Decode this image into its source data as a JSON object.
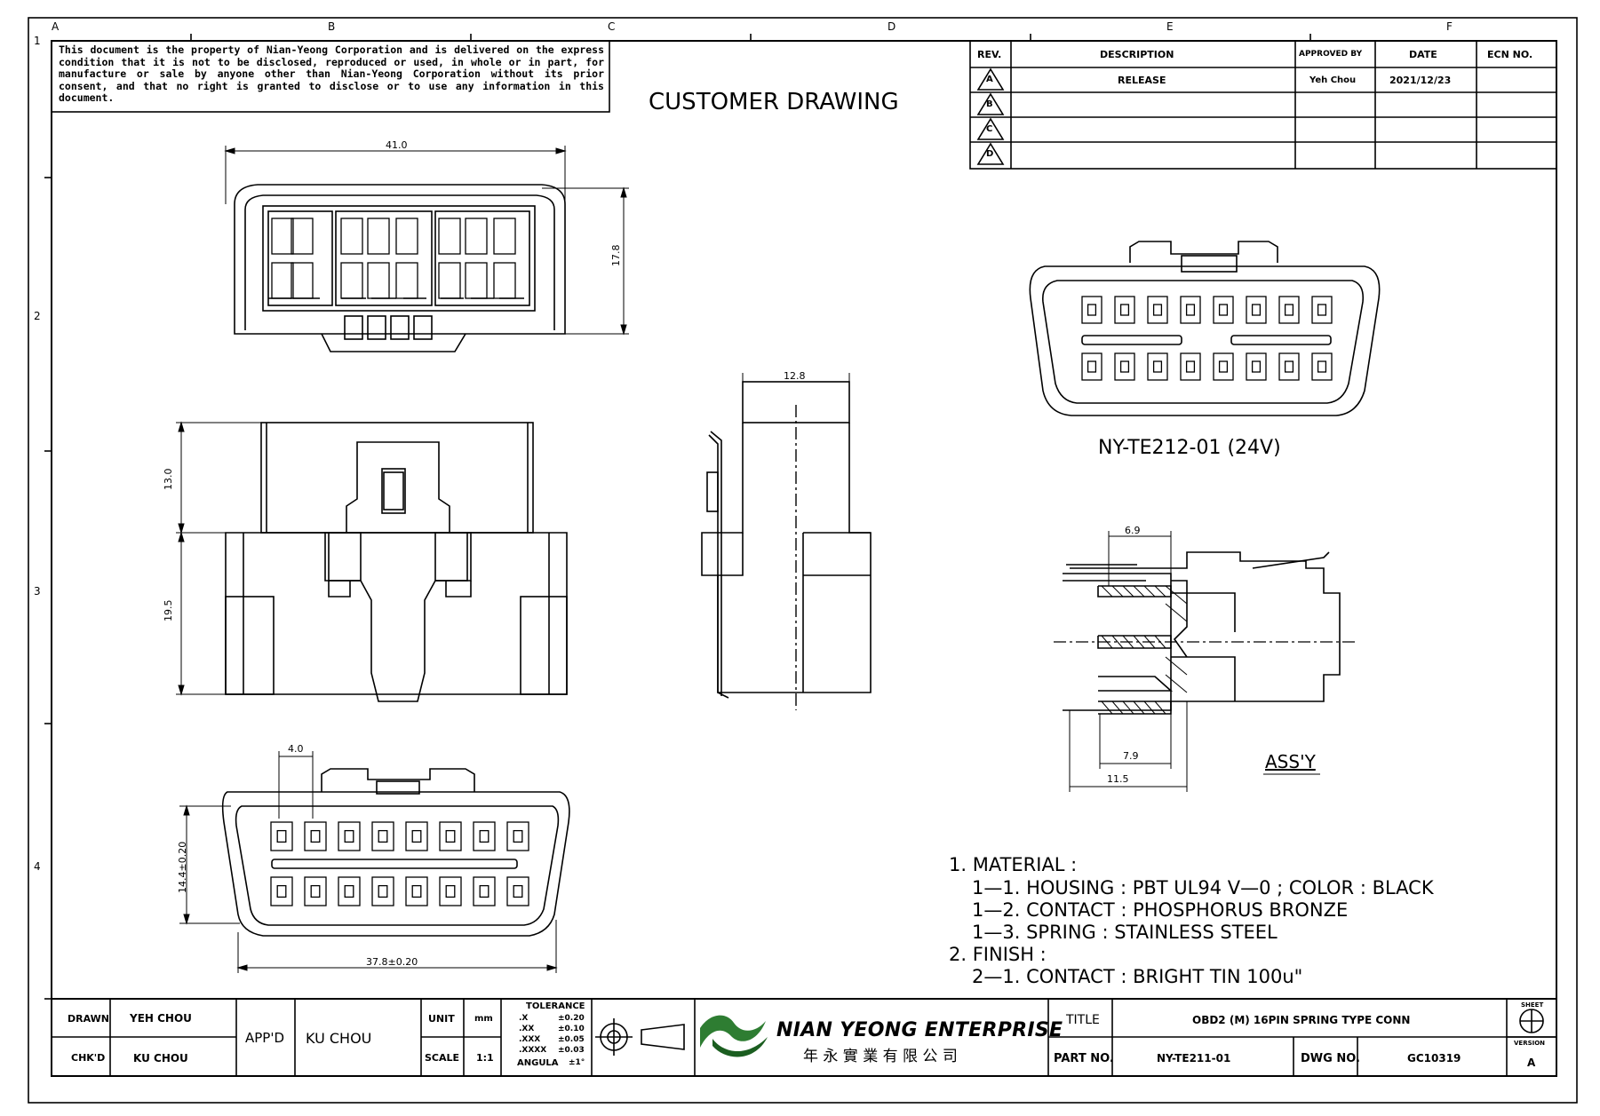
{
  "border": {
    "cols_top": [
      "A",
      "B",
      "C",
      "D",
      "E",
      "F"
    ],
    "rows_left": [
      "1",
      "2",
      "3",
      "4"
    ]
  },
  "disclaimer": "This document is the property of Nian-Yeong Corporation and is delivered on the express condition that it is not to be disclosed, reproduced or used, in whole or in part, for manufacture or sale by anyone other than Nian-Yeong Corporation without its prior consent, and that no right is granted to disclose or to use any information in this document.",
  "drawing_title": "CUSTOMER  DRAWING",
  "revision_table": {
    "headers": [
      "REV.",
      "DESCRIPTION",
      "APPROVED BY",
      "DATE",
      "ECN NO."
    ],
    "rows": [
      {
        "rev": "A",
        "description": "RELEASE",
        "approved": "Yeh Chou",
        "date": "2021/12/23",
        "ecn": ""
      },
      {
        "rev": "B",
        "description": "",
        "approved": "",
        "date": "",
        "ecn": ""
      },
      {
        "rev": "C",
        "description": "",
        "approved": "",
        "date": "",
        "ecn": ""
      },
      {
        "rev": "D",
        "description": "",
        "approved": "",
        "date": "",
        "ecn": ""
      }
    ]
  },
  "dimensions": {
    "top_width": "41.0",
    "top_height": "17.8",
    "side_upper": "13.0",
    "side_lower": "19.5",
    "side_depth": "12.8",
    "pitch": "4.0",
    "front_height": "14.4±0.20",
    "front_width": "37.8±0.20",
    "assy_top": "6.9",
    "assy_mid": "7.9",
    "assy_bottom": "11.5"
  },
  "labels": {
    "variant": "NY-TE212-01  (24V)",
    "assy": "ASS'Y"
  },
  "notes": [
    "1.  MATERIAL  :",
    "1—1.  HOUSING  :  PBT  UL94  V—0  ;  COLOR  :  BLACK",
    "1—2.  CONTACT  :  PHOSPHORUS  BRONZE",
    "1—3.  SPRING  :  STAINLESS  STEEL",
    "2.  FINISH  :",
    "2—1.  CONTACT  :  BRIGHT  TIN  100u\""
  ],
  "title_block": {
    "drawn_label": "DRAWN",
    "drawn_value": "YEH CHOU",
    "chkd_label": "CHK'D",
    "chkd_value": "KU CHOU",
    "appd_label": "APP'D",
    "appd_value": "KU CHOU",
    "unit_label": "UNIT",
    "unit_value": "mm",
    "scale_label": "SCALE",
    "scale_value": "1:1",
    "tolerance_label": "TOLERANCE",
    "tolerances": [
      {
        "k": ".X",
        "v": "±0.20"
      },
      {
        "k": ".XX",
        "v": "±0.10"
      },
      {
        "k": ".XXX",
        "v": "±0.05"
      },
      {
        "k": ".XXXX",
        "v": "±0.03"
      },
      {
        "k": "ANGULA",
        "v": "±1°"
      }
    ],
    "company_en": "NIAN YEONG ENTERPRISE",
    "company_zh": "年 永 實 業 有 限 公 司",
    "title_label": "TITLE",
    "title_value": "OBD2 (M) 16PIN SPRING TYPE CONN",
    "part_label": "PART NO.",
    "part_value": "NY-TE211-01",
    "dwg_label": "DWG NO.",
    "dwg_value": "GC10319",
    "sheet_label": "SHEET",
    "version_label": "VERSION",
    "version_value": "A"
  }
}
